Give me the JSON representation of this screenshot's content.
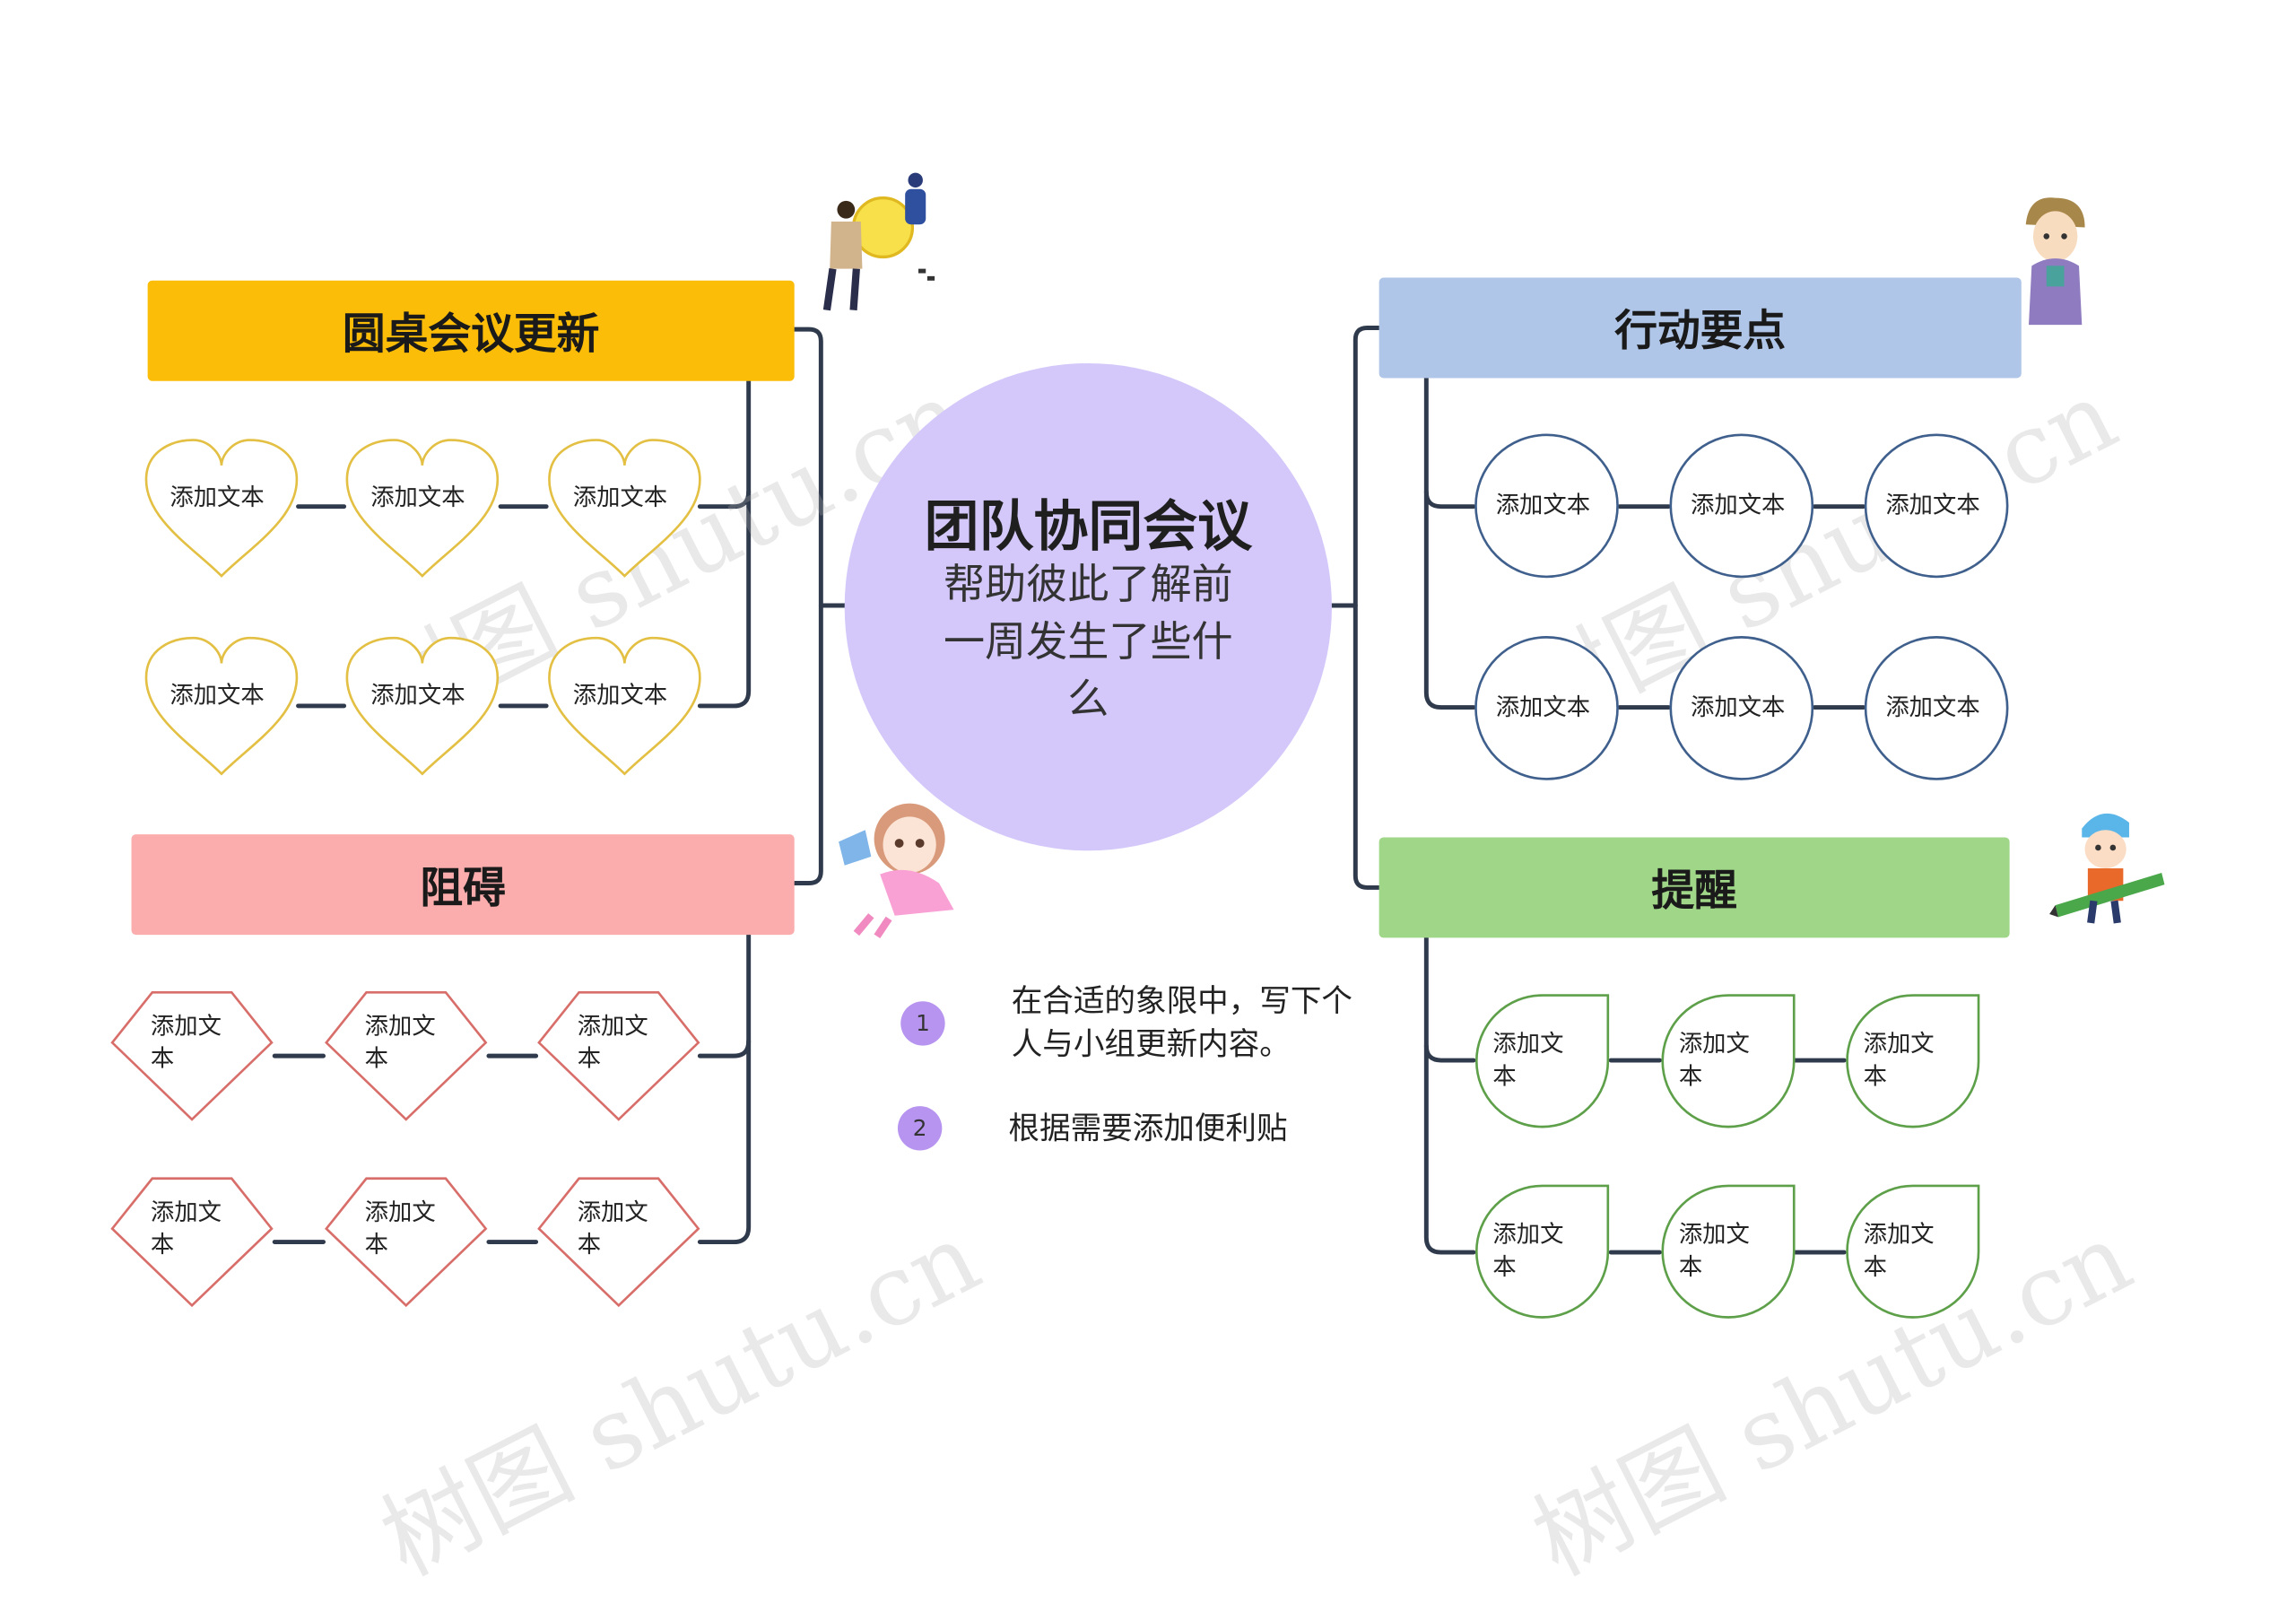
{
  "center": {
    "title": "团队协同会议",
    "subtitle": "帮助彼此了解前一周发生了些什么"
  },
  "branches": {
    "top_left": {
      "label": "圆桌会议更新",
      "color": "#fbbd08",
      "node_shape": "heart",
      "node_stroke": "#e3c043",
      "nodes": [
        "添加文本",
        "添加文本",
        "添加文本",
        "添加文本",
        "添加文本",
        "添加文本"
      ]
    },
    "bottom_left": {
      "label": "阻碍",
      "color": "#fbadad",
      "node_shape": "diamond",
      "node_stroke": "#d86e6a",
      "nodes": [
        "添加文\n本",
        "添加文\n本",
        "添加文\n本",
        "添加文\n本",
        "添加文\n本",
        "添加文\n本"
      ]
    },
    "top_right": {
      "label": "行动要点",
      "color": "#b0c6e8",
      "node_shape": "circle",
      "node_stroke": "#3f5f8c",
      "nodes": [
        "添加文本",
        "添加文本",
        "添加文本",
        "添加文本",
        "添加文本",
        "添加文本"
      ]
    },
    "bottom_right": {
      "label": "提醒",
      "color": "#9fd687",
      "node_shape": "leaf",
      "node_stroke": "#5ea04a",
      "nodes": [
        "添加文\n本",
        "添加文\n本",
        "添加文\n本",
        "添加文\n本",
        "添加文\n本",
        "添加文\n本"
      ]
    }
  },
  "notes": [
    {
      "number": "1",
      "text": "在合适的象限中，写下个人与小组更新内容。"
    },
    {
      "number": "2",
      "text": "根据需要添加便利贴"
    }
  ],
  "watermark": "树图 shutu.cn",
  "colors": {
    "connector": "#2f3a4c",
    "center_fill": "#d4c8fa",
    "note_badge": "#b794f0"
  }
}
